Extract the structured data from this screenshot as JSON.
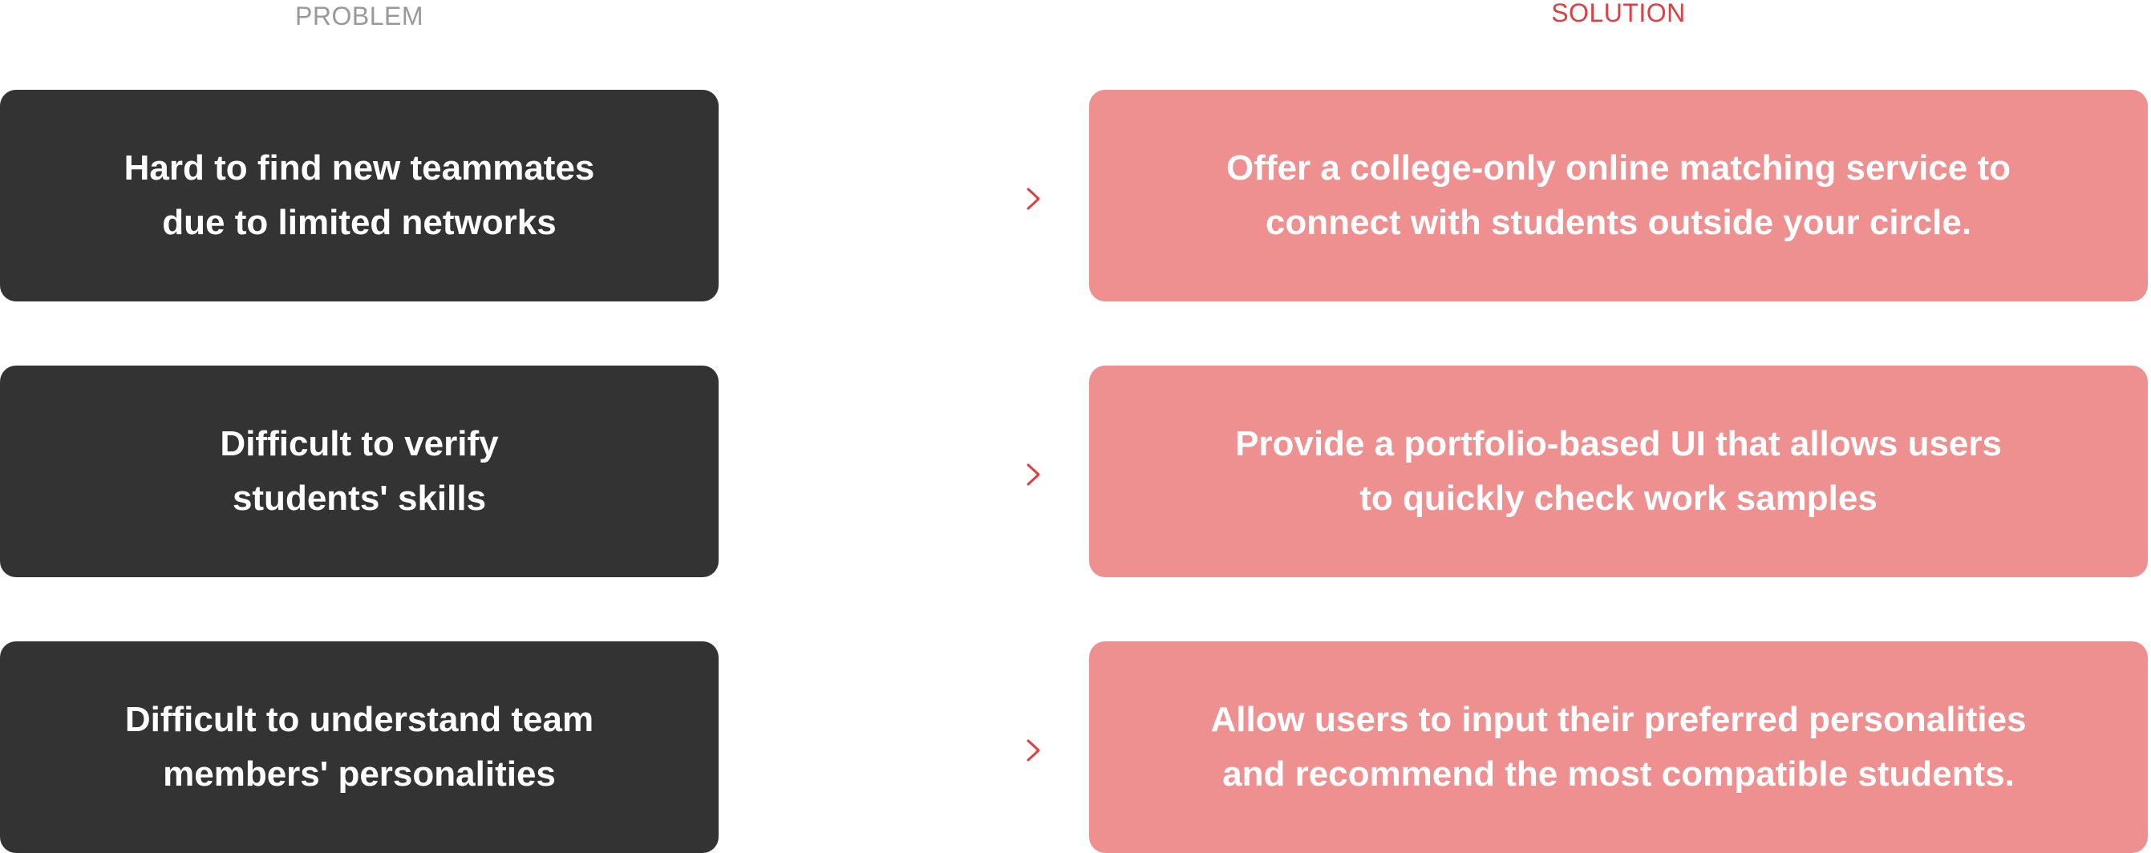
{
  "headings": {
    "problem": "PROBLEM",
    "solution": "SOLUTION"
  },
  "rows": [
    {
      "problem": "Hard to find new teammates\ndue to limited networks",
      "solution": "Offer a college-only online matching service to\nconnect with students outside your circle."
    },
    {
      "problem": "Difficult to verify\nstudents' skills",
      "solution": "Provide a portfolio-based UI that allows users\nto quickly check work samples"
    },
    {
      "problem": "Difficult to understand team\nmembers' personalities",
      "solution": "Allow users to input their preferred personalities\nand recommend the most compatible students."
    }
  ],
  "colors": {
    "problem_box": "#333333",
    "solution_box": "#ee9090",
    "solution_heading": "#df3f43",
    "problem_heading": "#999999",
    "arrow_start": "#9a9a9a",
    "arrow_end": "#df3f43"
  },
  "icons": {
    "arrow": "dashed-right-arrow-icon"
  }
}
